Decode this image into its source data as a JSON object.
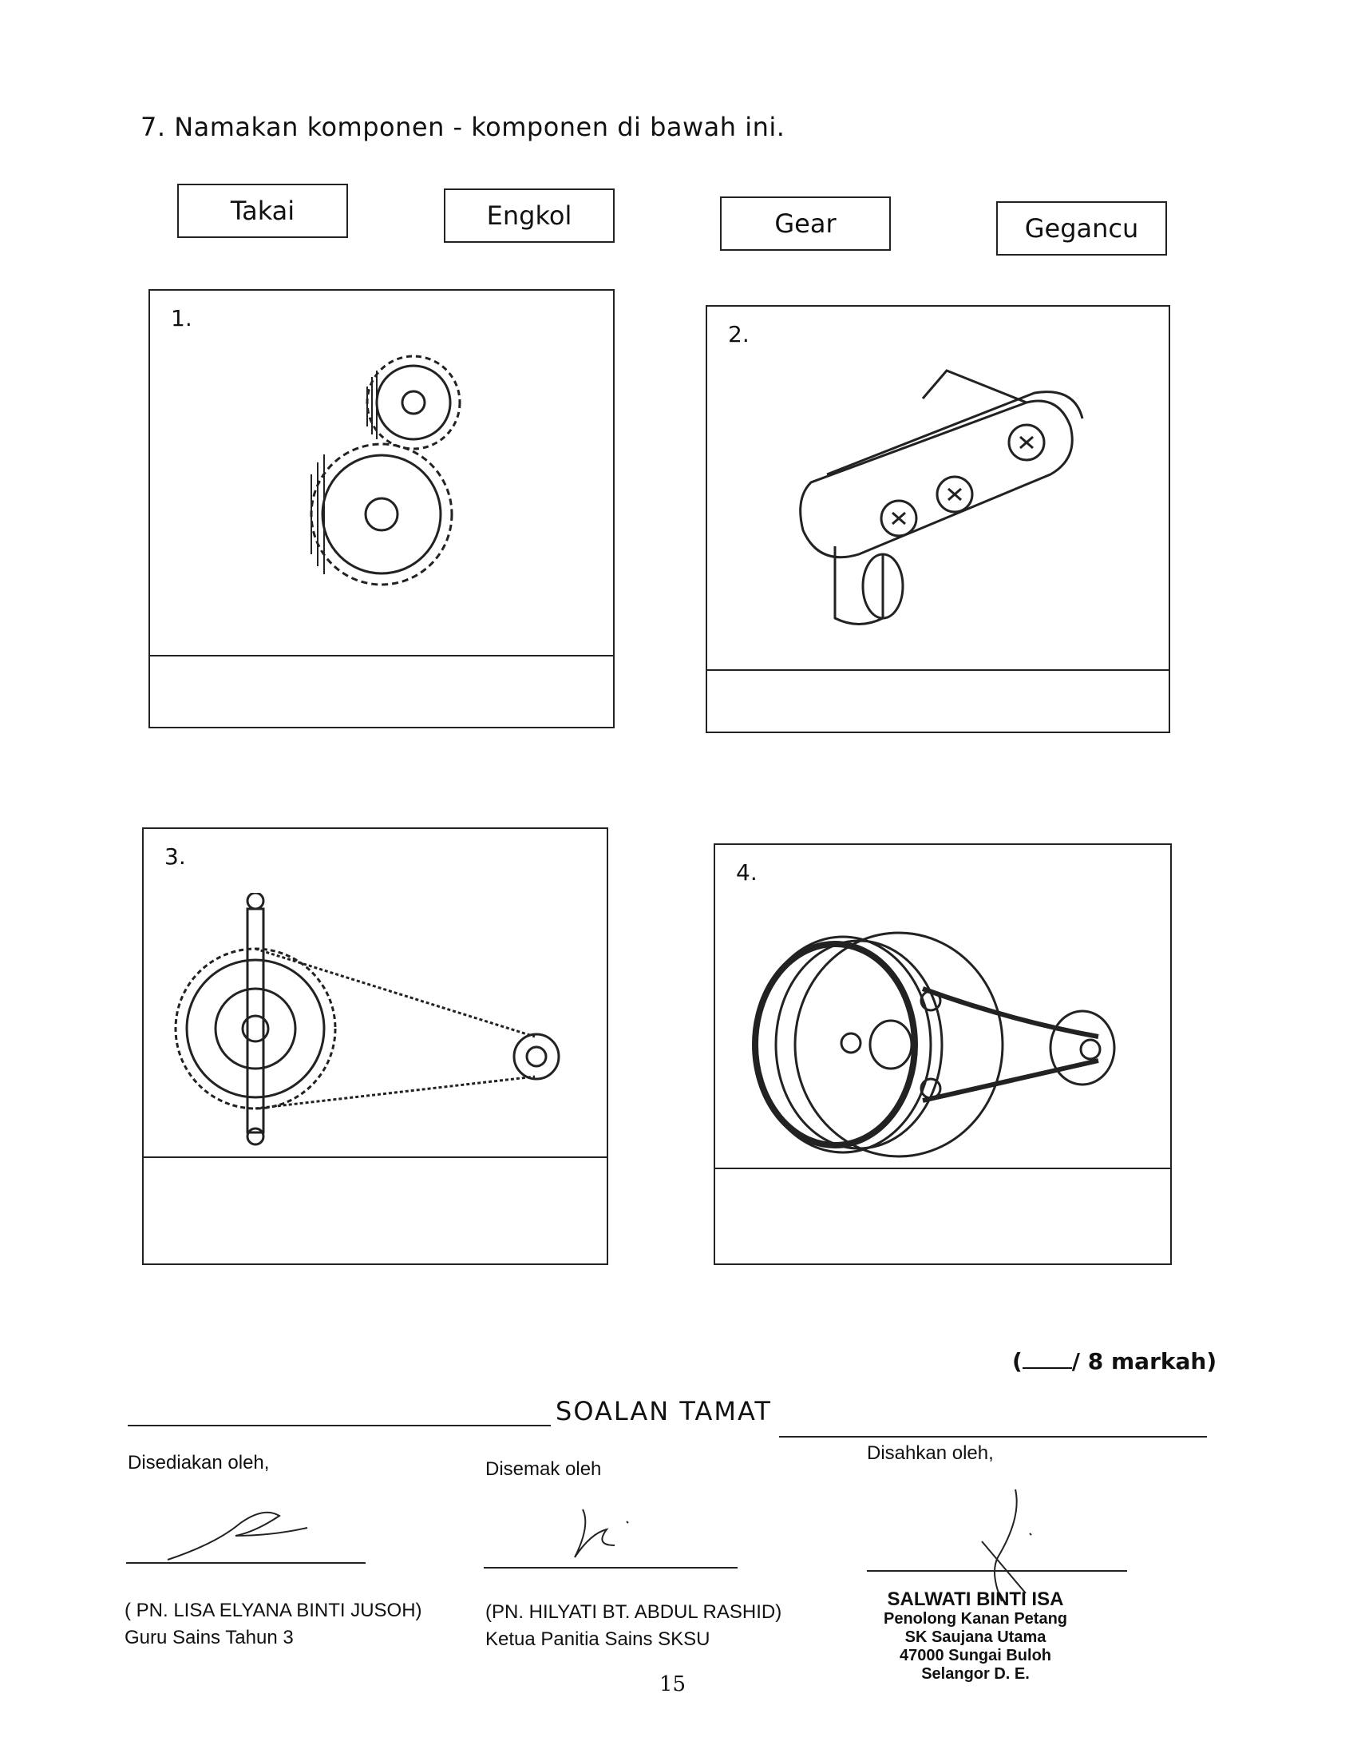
{
  "question": {
    "title": "7. Namakan komponen - komponen di bawah ini."
  },
  "word_bank": [
    "Takai",
    "Engkol",
    "Gear",
    "Gegancu"
  ],
  "pictures": [
    {
      "number": "1.",
      "icon": "gears-icon"
    },
    {
      "number": "2.",
      "icon": "crank-icon"
    },
    {
      "number": "3.",
      "icon": "chain-sprocket-icon"
    },
    {
      "number": "4.",
      "icon": "pulley-icon"
    }
  ],
  "marks": {
    "open": "(",
    "suffix": "/ 8 markah)"
  },
  "end_text": "SOALAN TAMAT",
  "signatures": {
    "prepared": {
      "label": "Disediakan oleh,",
      "name": "( PN. LISA ELYANA BINTI JUSOH)",
      "role": "Guru Sains Tahun 3"
    },
    "checked": {
      "label": "Disemak oleh",
      "name": "(PN. HILYATI BT. ABDUL RASHID)",
      "role": "Ketua Panitia Sains SKSU"
    },
    "approved": {
      "label": "Disahkan oleh,",
      "stamp_name": "SALWATI BINTI ISA",
      "stamp_line1": "Penolong Kanan Petang",
      "stamp_line2": "SK Saujana Utama",
      "stamp_line3": "47000 Sungai Buloh",
      "stamp_line4": "Selangor D. E."
    }
  },
  "page_number": "15"
}
